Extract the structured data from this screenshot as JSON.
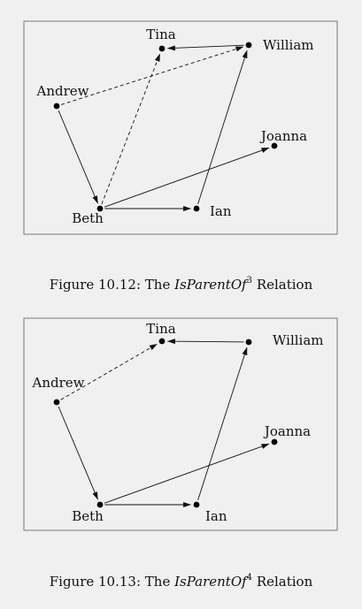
{
  "figures": [
    {
      "caption": {
        "prefix": "Figure 10.12:  The ",
        "relation": "IsParentOf",
        "power": "3",
        "suffix": " Relation"
      },
      "nodes": [
        {
          "id": "tina",
          "label": "Tina"
        },
        {
          "id": "william",
          "label": "William"
        },
        {
          "id": "andrew",
          "label": "Andrew"
        },
        {
          "id": "joanna",
          "label": "Joanna"
        },
        {
          "id": "beth",
          "label": "Beth"
        },
        {
          "id": "ian",
          "label": "Ian"
        }
      ],
      "edges": [
        {
          "from": "william",
          "to": "tina",
          "style": "solid"
        },
        {
          "from": "andrew",
          "to": "william",
          "style": "dashed"
        },
        {
          "from": "andrew",
          "to": "beth",
          "style": "solid"
        },
        {
          "from": "beth",
          "to": "tina",
          "style": "dashed"
        },
        {
          "from": "beth",
          "to": "joanna",
          "style": "solid"
        },
        {
          "from": "beth",
          "to": "ian",
          "style": "solid"
        },
        {
          "from": "ian",
          "to": "william",
          "style": "solid"
        }
      ]
    },
    {
      "caption": {
        "prefix": "Figure 10.13:  The ",
        "relation": "IsParentOf",
        "power": "4",
        "suffix": " Relation"
      },
      "nodes": [
        {
          "id": "tina",
          "label": "Tina"
        },
        {
          "id": "william",
          "label": "William"
        },
        {
          "id": "andrew",
          "label": "Andrew"
        },
        {
          "id": "joanna",
          "label": "Joanna"
        },
        {
          "id": "beth",
          "label": "Beth"
        },
        {
          "id": "ian",
          "label": "Ian"
        }
      ],
      "edges": [
        {
          "from": "william",
          "to": "tina",
          "style": "solid"
        },
        {
          "from": "andrew",
          "to": "tina",
          "style": "dashed"
        },
        {
          "from": "andrew",
          "to": "beth",
          "style": "solid"
        },
        {
          "from": "beth",
          "to": "joanna",
          "style": "solid"
        },
        {
          "from": "beth",
          "to": "ian",
          "style": "solid"
        },
        {
          "from": "ian",
          "to": "william",
          "style": "solid"
        }
      ]
    }
  ]
}
